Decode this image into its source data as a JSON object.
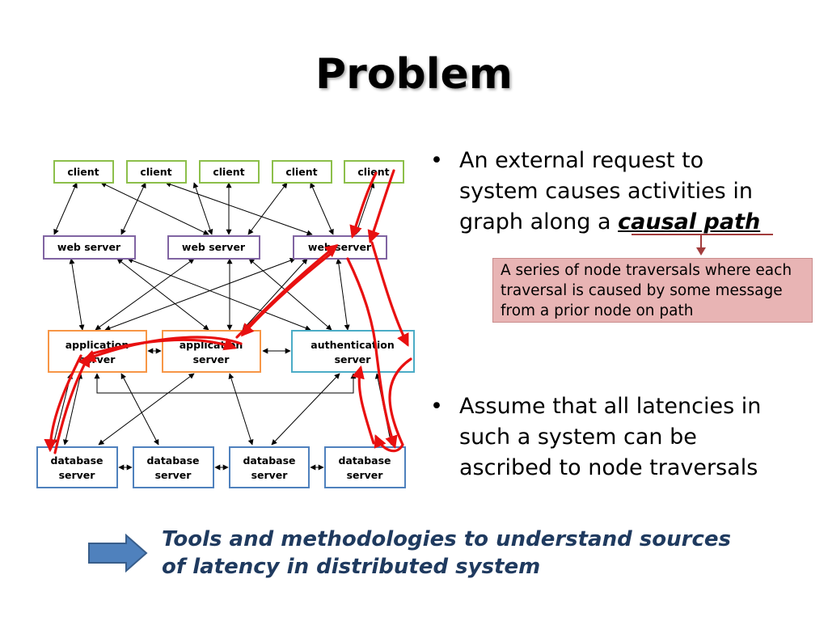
{
  "slide": {
    "title": "Problem",
    "bullets": [
      {
        "prefix": "An external request to system causes activities in graph along a ",
        "emphasis": "causal path"
      },
      {
        "prefix": "Assume that all latencies in such a system can be ascribed to node traversals",
        "emphasis": ""
      }
    ],
    "callout": "A series of node traversals where each traversal is caused by some message from a prior node on path",
    "conclusion": "Tools and methodologies to understand sources of latency in distributed system"
  },
  "diagram": {
    "clients": [
      "client",
      "client",
      "client",
      "client",
      "client"
    ],
    "web_servers": [
      "web server",
      "web server",
      "web server"
    ],
    "middle_tier": [
      {
        "line1": "application",
        "line2": "server"
      },
      {
        "line1": "application",
        "line2": "server"
      },
      {
        "line1": "authentication",
        "line2": "server"
      }
    ],
    "database_servers": [
      {
        "line1": "database",
        "line2": "server"
      },
      {
        "line1": "database",
        "line2": "server"
      },
      {
        "line1": "database",
        "line2": "server"
      },
      {
        "line1": "database",
        "line2": "server"
      }
    ]
  },
  "colors": {
    "client_border": "#8cbf4a",
    "web_border": "#8064a2",
    "app_border": "#f79646",
    "auth_border": "#4bacc6",
    "db_border": "#4f81bd",
    "causal_path": "#e81010",
    "callout_bg": "#e8b4b4",
    "arrow_fill": "#4f81bd"
  }
}
